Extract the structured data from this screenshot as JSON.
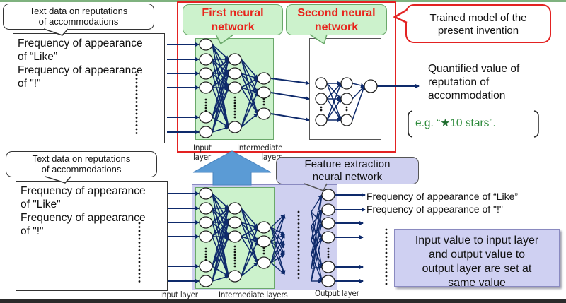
{
  "colors": {
    "accent_red": "#e32222",
    "network_green": "#ccf2cc",
    "lavender": "#cfd0f0",
    "arrow_navy": "#0e2a6b",
    "big_arrow_blue": "#5b9bd5",
    "example_green": "#2e8b3c"
  },
  "top_section": {
    "input_callout": [
      "Text data on reputations",
      "of accommodations"
    ],
    "input_items": [
      "Frequency of appearance",
      "of “Like”",
      "Frequency of appearance",
      "of \"!\""
    ],
    "first_network_label": [
      "First neural",
      "network"
    ],
    "second_network_label": [
      "Second neural",
      "network"
    ],
    "trained_model_callout": [
      "Trained model of the",
      "present invention"
    ],
    "output_label": [
      "Quantified value of",
      "reputation of",
      "accommodation"
    ],
    "example": {
      "prefix": "e.g. “",
      "icon": "star-icon",
      "star": "★",
      "value": "10 stars”."
    },
    "layer_labels": {
      "input": [
        "Input",
        "layer"
      ],
      "intermediate": [
        "Intermediate",
        "layers"
      ]
    }
  },
  "bottom_section": {
    "input_callout": [
      "Text data on reputations",
      "of accommodations"
    ],
    "input_items": [
      "Frequency of appearance",
      "of \"Like\"",
      "Frequency of appearance",
      "of \"!\""
    ],
    "feature_callout": [
      "Feature extraction",
      "neural network"
    ],
    "outputs": [
      "Frequency of appearance of “Like”",
      "Frequency of appearance of \"!\""
    ],
    "note": [
      "Input value to input layer",
      "and output value to",
      "output layer are set at",
      "same value"
    ],
    "layer_labels": {
      "input": "Input layer",
      "intermediate": "Intermediate layers",
      "output": "Output layer"
    }
  }
}
